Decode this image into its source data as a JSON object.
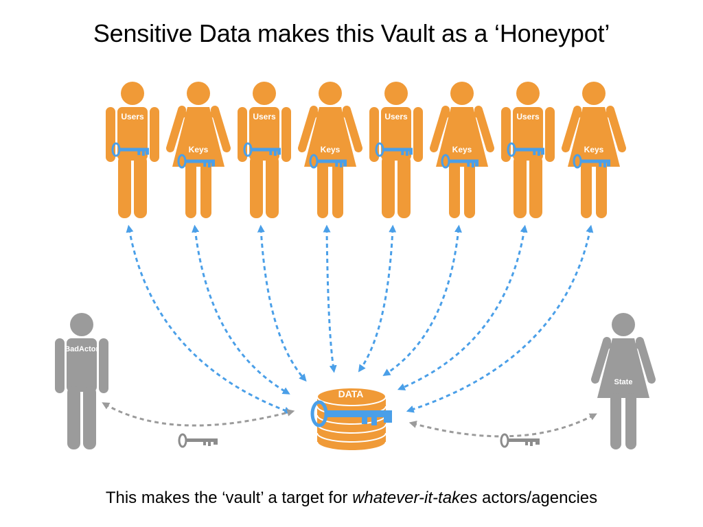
{
  "title": "Sensitive Data makes this Vault as a ‘Honeypot’",
  "caption": {
    "before": "This makes the ‘vault’ a target for ",
    "emphasis": "whatever-it-takes",
    "after": " actors/agencies"
  },
  "people": [
    {
      "kind": "user",
      "label": "Users"
    },
    {
      "kind": "keyholder",
      "label": "Keys"
    },
    {
      "kind": "user",
      "label": "Users"
    },
    {
      "kind": "keyholder",
      "label": "Keys"
    },
    {
      "kind": "user",
      "label": "Users"
    },
    {
      "kind": "keyholder",
      "label": "Keys"
    },
    {
      "kind": "user",
      "label": "Users"
    },
    {
      "kind": "keyholder",
      "label": "Keys"
    }
  ],
  "vault": {
    "label": "DATA"
  },
  "bad_actor": {
    "label": "BadActor"
  },
  "state": {
    "label": "State"
  },
  "colors": {
    "person": "#F09A37",
    "key": "#4A9FE8",
    "arrow_blue": "#4A9FE8",
    "threat": "#9B9B9B",
    "threat_key": "#8C8C8C"
  },
  "icons": [
    "person-icon",
    "key-icon",
    "data-stack-icon"
  ]
}
